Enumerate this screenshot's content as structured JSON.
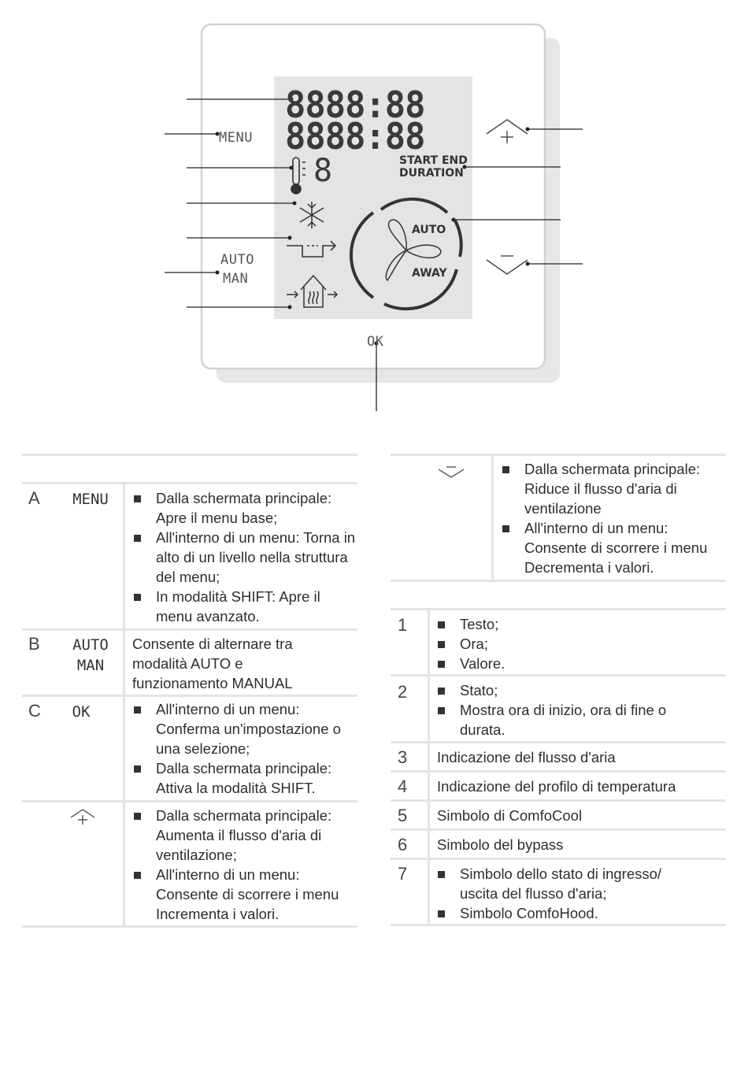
{
  "device": {
    "segment_top": "8888:88",
    "segment_bottom": "8888:88",
    "percent_symbol": "%",
    "digit": "8",
    "start_end": "START END",
    "duration": "DURATION",
    "menu_label": "MENU",
    "auto_label": "AUTO",
    "man_label": "MAN",
    "ok_label": "OK",
    "fan_auto": "AUTO",
    "fan_away": "AWAY",
    "icons": [
      "thermometer-icon",
      "snowflake-icon",
      "bypass-icon",
      "house-airflow-icon",
      "fan-icon",
      "plus-arrow-icon",
      "minus-arrow-icon"
    ]
  },
  "left_table": {
    "rows": [
      {
        "letter": "A",
        "control": "MENU",
        "items": [
          "Dalla schermata principale: Apre il menu base;",
          "All'interno di un menu: Torna in alto di un livello nella struttura del menu;",
          "In modalità SHIFT: Apre il menu avanzato."
        ]
      },
      {
        "letter": "B",
        "control_line1": "AUTO",
        "control_line2": "MAN",
        "text": "Consente di alternare tra modalità AUTO e funzionamento MANUAL"
      },
      {
        "letter": "C",
        "control": "OK",
        "items": [
          "All'interno di un menu: Conferma un'impostazione o una selezione;",
          "Dalla schermata principale: Attiva la modalità SHIFT."
        ]
      },
      {
        "control_icon": "plus-arrow-icon",
        "items": [
          "Dalla schermata principale: Aumenta il flusso d'aria di ventilazione;",
          "All'interno di un menu: Consente di scorrere i menu Incrementa i valori."
        ]
      }
    ]
  },
  "right_table": {
    "top_row": {
      "control_icon": "minus-arrow-icon",
      "items": [
        "Dalla schermata principale: Riduce il flusso d'aria di ventilazione",
        "All'interno di un menu: Consente di scorrere i menu Decrementa i valori."
      ]
    },
    "rows": [
      {
        "num": "1",
        "items": [
          "Testo;",
          "Ora;",
          "Valore."
        ]
      },
      {
        "num": "2",
        "items": [
          "Stato;",
          "Mostra ora di inizio, ora di fine o durata."
        ]
      },
      {
        "num": "3",
        "text": "Indicazione del flusso d'aria"
      },
      {
        "num": "4",
        "text": "Indicazione del profilo di temperatura"
      },
      {
        "num": "5",
        "text": "Simbolo di ComfoCool"
      },
      {
        "num": "6",
        "text": "Simbolo del bypass"
      },
      {
        "num": "7",
        "items": [
          "Simbolo dello stato di ingresso/ uscita del flusso d'aria;",
          "Simbolo ComfoHood."
        ]
      }
    ]
  }
}
